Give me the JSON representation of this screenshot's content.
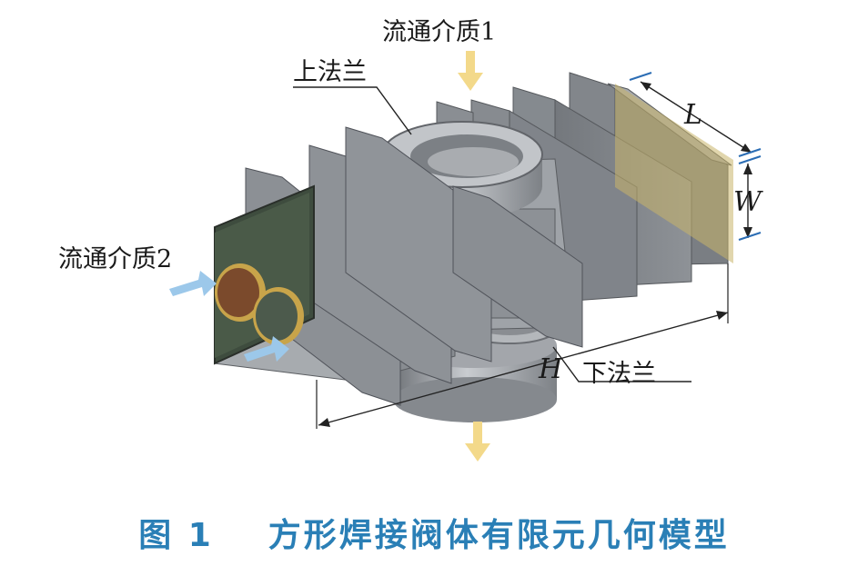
{
  "labels": {
    "medium1": "流通介质1",
    "medium2": "流通介质2",
    "upper_flange": "上法兰",
    "lower_flange": "下法兰"
  },
  "dimensions": {
    "length": "L",
    "width": "W",
    "height": "H"
  },
  "caption": {
    "number": "图 1",
    "title": "方形焊接阀体有限元几何模型"
  },
  "colors": {
    "caption": "#2a7fb6",
    "arrow_vertical": "#f3d98a",
    "arrow_horizontal": "#9cc8ea",
    "steel": "#9a9da2",
    "dim_tick": "#2b6db4"
  }
}
